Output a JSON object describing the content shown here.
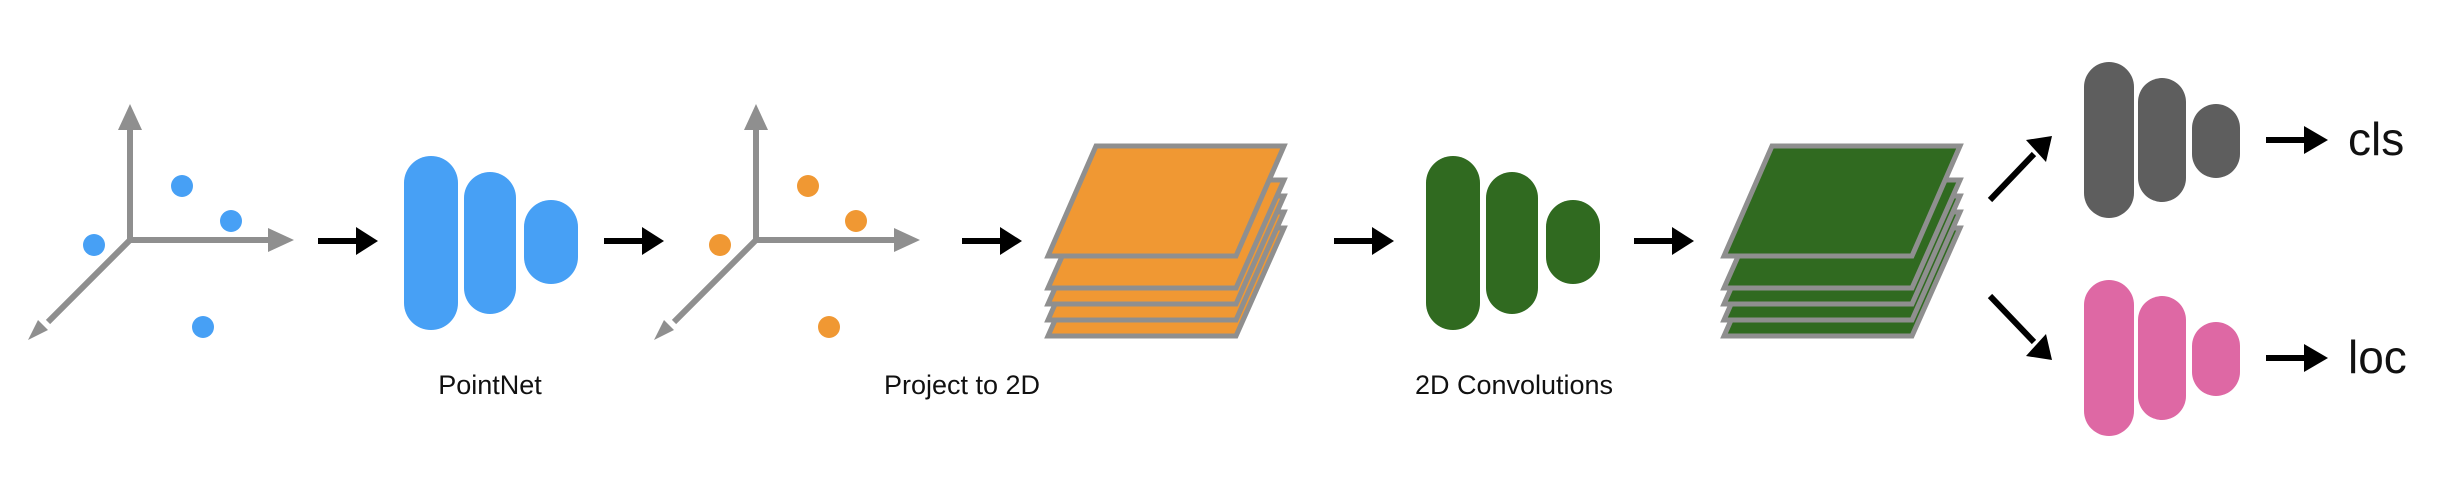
{
  "stages": {
    "pointnet_label": "PointNet",
    "project_label": "Project to 2D",
    "conv_label": "2D Convolutions"
  },
  "outputs": {
    "cls_label": "cls",
    "loc_label": "loc"
  },
  "colors": {
    "blue": "#47a0f5",
    "orange": "#f09833",
    "green": "#306a20",
    "gray": "#5e5e5e",
    "pink": "#de68a4",
    "axis": "#8f8f8f",
    "arrow": "#000000",
    "sheet_border": "#8f8f8f"
  }
}
